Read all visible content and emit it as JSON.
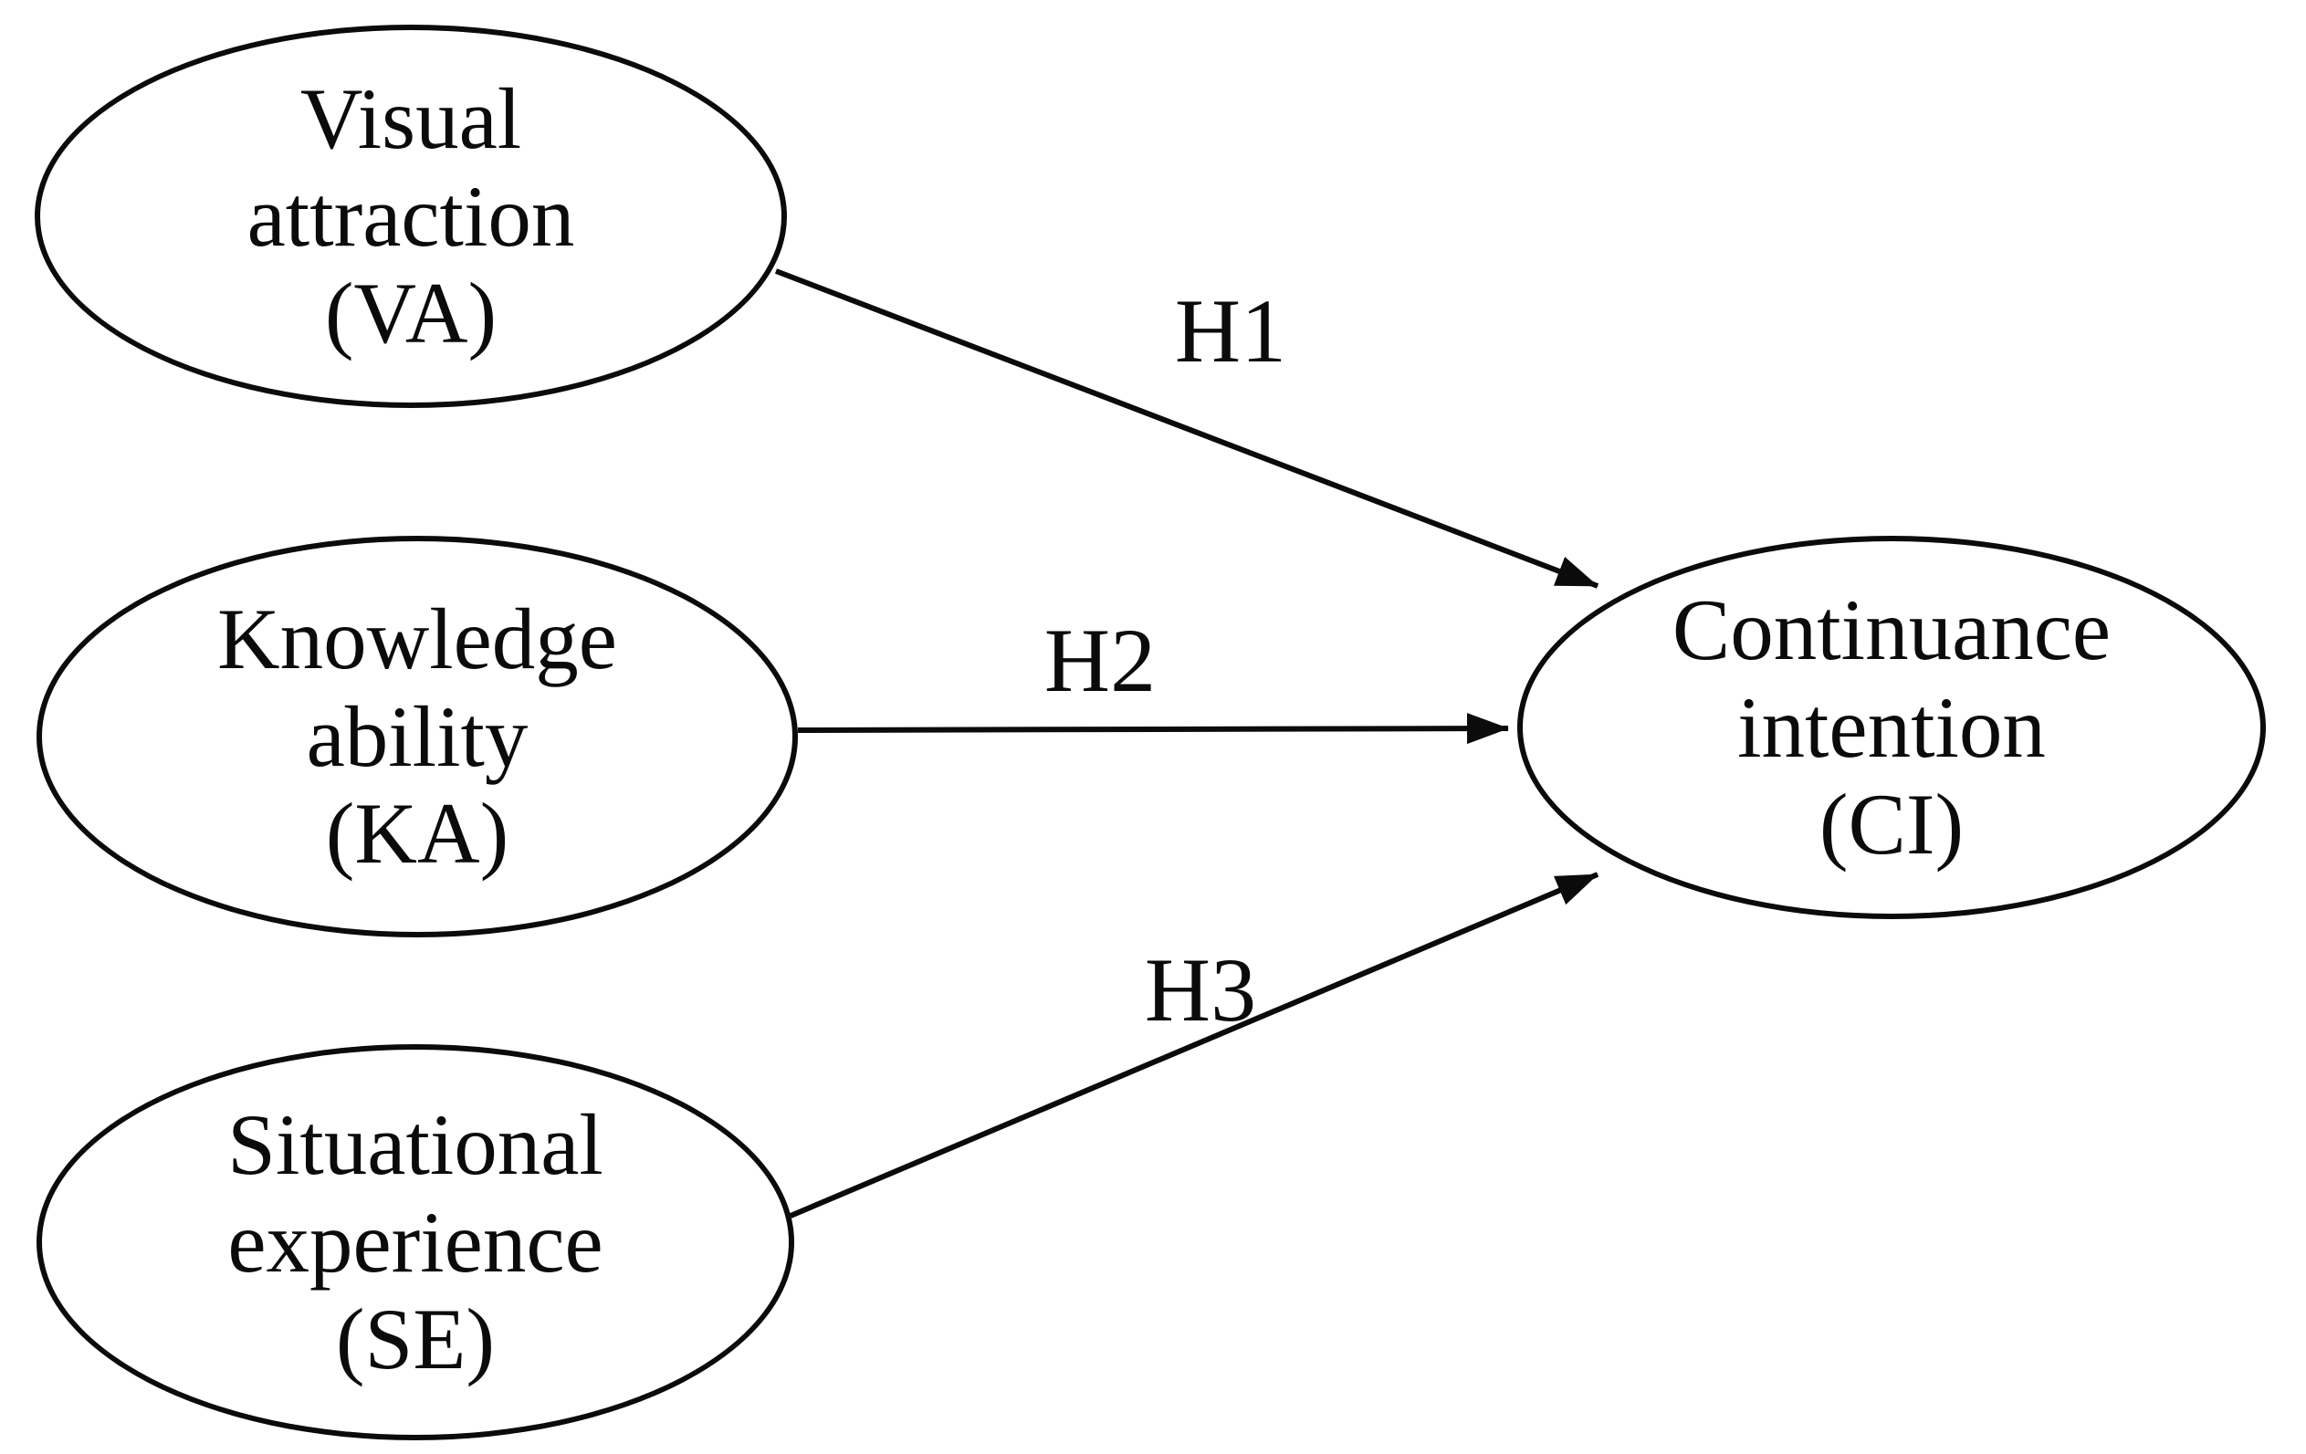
{
  "figure": {
    "background_color": "#ffffff",
    "ink_color": "#0b0b0b"
  },
  "nodes": {
    "va": {
      "label": "Visual\nattraction\n(VA)"
    },
    "ka": {
      "label": "Knowledge\nability\n(KA)"
    },
    "se": {
      "label": "Situational\nexperience\n(SE)"
    },
    "ci": {
      "label": "Continuance\nintention\n(CI)"
    }
  },
  "edges": [
    {
      "label": "H1",
      "from": "VA",
      "to": "CI"
    },
    {
      "label": "H2",
      "from": "KA",
      "to": "CI"
    },
    {
      "label": "H3",
      "from": "SE",
      "to": "CI"
    }
  ]
}
